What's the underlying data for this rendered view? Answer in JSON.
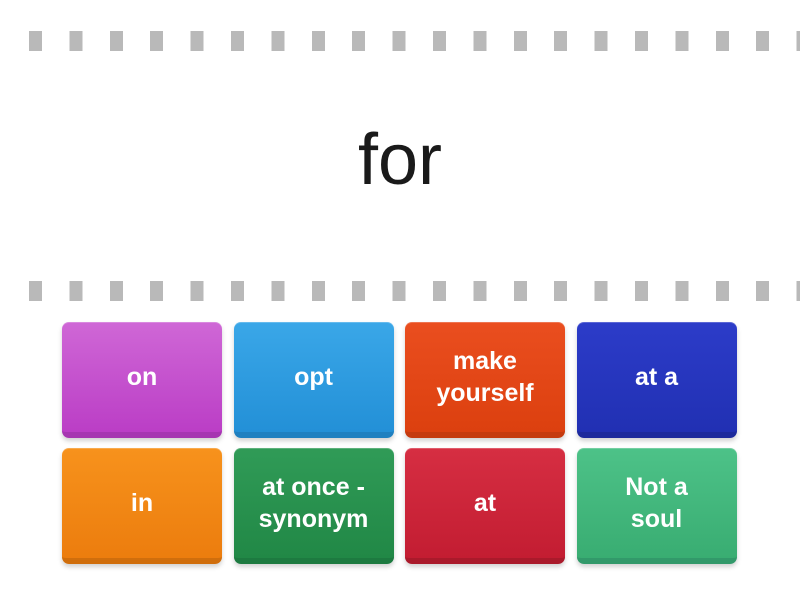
{
  "game": {
    "prompt": "for",
    "tiles": [
      {
        "label": "on",
        "color_top": "#cf67d6",
        "color_bottom": "#bb3ec6",
        "color_edge": "#a636b1"
      },
      {
        "label": "opt",
        "color_top": "#3aa7e8",
        "color_bottom": "#2390d7",
        "color_edge": "#1f80c0"
      },
      {
        "label": "make\nyourself",
        "color_top": "#ea4e1f",
        "color_bottom": "#dc400f",
        "color_edge": "#c53a0e"
      },
      {
        "label": "at a",
        "color_top": "#2c3cc9",
        "color_bottom": "#2130b3",
        "color_edge": "#1d2a9c"
      },
      {
        "label": "in",
        "color_top": "#f7921c",
        "color_bottom": "#ec7d0e",
        "color_edge": "#d06e0c"
      },
      {
        "label": "at once -\nsynonym",
        "color_top": "#309b57",
        "color_bottom": "#218846",
        "color_edge": "#1d7a40"
      },
      {
        "label": "at",
        "color_top": "#d62e42",
        "color_bottom": "#c31d32",
        "color_edge": "#aa1a2b"
      },
      {
        "label": "Not a\nsoul",
        "color_top": "#4dc288",
        "color_bottom": "#39ad72",
        "color_edge": "#32996a"
      }
    ]
  },
  "colors": {
    "background": "#ffffff",
    "dash": "#b9b9b9",
    "prompt_text": "#1a1a1a",
    "tile_text": "#ffffff"
  }
}
